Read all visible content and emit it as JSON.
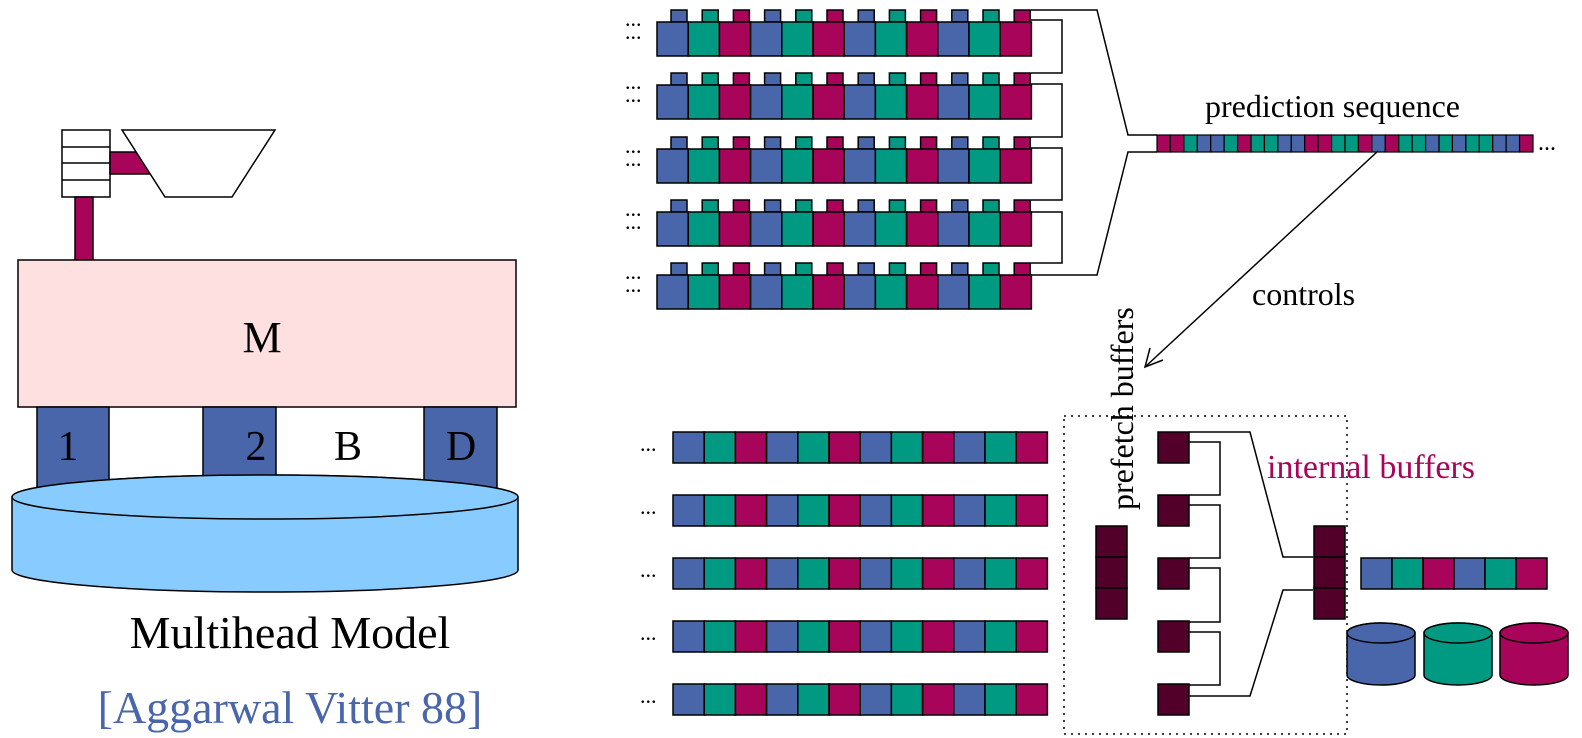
{
  "left": {
    "memory_label": "M",
    "head_labels": [
      "1",
      "2",
      "B",
      "D"
    ],
    "title": "Multihead Model",
    "citation": "[Aggarwal Vitter 88]"
  },
  "right": {
    "prediction_label": "prediction sequence",
    "controls_label": "controls",
    "prefetch_label": "prefetch buffers",
    "internal_label": "internal buffers",
    "ellipsis": "..."
  },
  "colors": {
    "blue": "#4a66aa",
    "teal": "#009a82",
    "maroon": "#a8045a",
    "dark_maroon": "#52002a",
    "memory_fill": "#ffe0e0",
    "disk_fill": "#88ccff",
    "citation": "#4a66aa",
    "internal_text": "#a8045a"
  }
}
